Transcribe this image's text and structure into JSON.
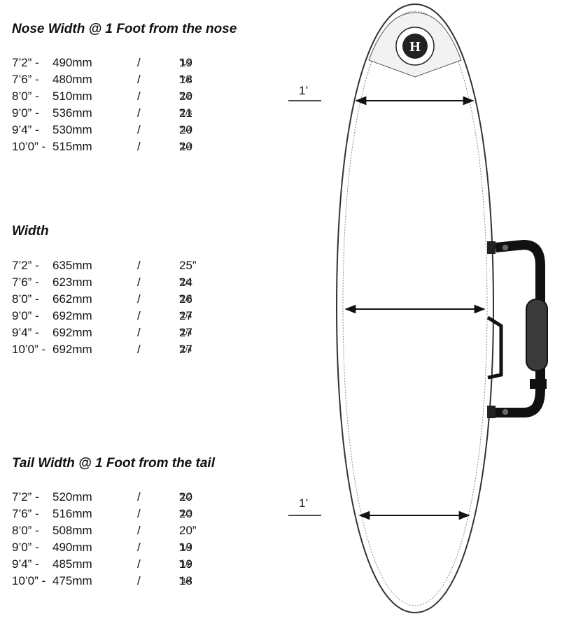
{
  "sections": [
    {
      "title": "Nose Width @ 1 Foot from the nose",
      "rows": [
        {
          "length": "7’2” -",
          "mm": "490mm",
          "sep": "/",
          "inch": "19",
          "frac": "1/3",
          "tick": "”"
        },
        {
          "length": "7’6” -",
          "mm": "480mm",
          "sep": "/",
          "inch": "18",
          "frac": "7/8",
          "tick": "”"
        },
        {
          "length": "8’0” -",
          "mm": "510mm",
          "sep": "/",
          "inch": "20",
          "frac": "1/8",
          "tick": "”"
        },
        {
          "length": "9’0” -",
          "mm": "536mm",
          "sep": "/",
          "inch": "21",
          "frac": "1/8",
          "tick": "”"
        },
        {
          "length": "9’4” -",
          "mm": "530mm",
          "sep": "/",
          "inch": "20",
          "frac": "3/4",
          "tick": "”"
        },
        {
          "length": "10’0” -",
          "mm": "515mm",
          "sep": "/",
          "inch": "20",
          "frac": "1/4",
          "tick": "”"
        }
      ]
    },
    {
      "title": "Width",
      "rows": [
        {
          "length": "7’2” -",
          "mm": "635mm",
          "sep": "/",
          "inch": "25”",
          "frac": "",
          "tick": ""
        },
        {
          "length": "7’6” -",
          "mm": "623mm",
          "sep": "/",
          "inch": "24",
          "frac": "1/2",
          "tick": "”"
        },
        {
          "length": "8’0” -",
          "mm": "662mm",
          "sep": "/",
          "inch": "26",
          "frac": "1/8",
          "tick": "”"
        },
        {
          "length": "9’0” -",
          "mm": "692mm",
          "sep": "/",
          "inch": "27",
          "frac": "1/4",
          "tick": "”"
        },
        {
          "length": "9’4” -",
          "mm": "692mm",
          "sep": "/",
          "inch": "27",
          "frac": "1/4",
          "tick": "”"
        },
        {
          "length": "10’0” -",
          "mm": "692mm",
          "sep": "/",
          "inch": "27",
          "frac": "1/4",
          "tick": "”"
        }
      ]
    },
    {
      "title": "Tail Width @ 1 Foot from the tail",
      "rows": [
        {
          "length": "7’2” -",
          "mm": "520mm",
          "sep": "/",
          "inch": "20",
          "frac": "1/2",
          "tick": "”"
        },
        {
          "length": "7’6” -",
          "mm": "516mm",
          "sep": "/",
          "inch": "20",
          "frac": "1/3",
          "tick": "”"
        },
        {
          "length": "8’0” -",
          "mm": "508mm",
          "sep": "/",
          "inch": "20”",
          "frac": "",
          "tick": ""
        },
        {
          "length": "9’0” -",
          "mm": "490mm",
          "sep": "/",
          "inch": "19",
          "frac": "1/4",
          "tick": "”"
        },
        {
          "length": "9’4” -",
          "mm": "485mm",
          "sep": "/",
          "inch": "19",
          "frac": "1/8",
          "tick": "”"
        },
        {
          "length": "10’0” -",
          "mm": "475mm",
          "sep": "/",
          "inch": "18",
          "frac": "3/4",
          "tick": "”"
        }
      ]
    }
  ],
  "diagram": {
    "nose_marker": "1’",
    "tail_marker": "1’",
    "logo_text": "H",
    "colors": {
      "outline": "#333333",
      "logo_area": "#f2f2f2",
      "strap": "#111111",
      "pad": "#3a3a3a"
    },
    "icons": [
      "logo-badge-icon",
      "carry-strap-icon",
      "shoulder-pad-icon",
      "clip-icon",
      "arrow-icon"
    ]
  }
}
